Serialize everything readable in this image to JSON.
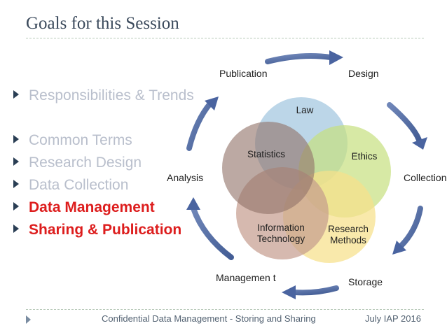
{
  "slide": {
    "title": "Goals for this Session"
  },
  "bullets": [
    {
      "text": "Responsibilities & Trends",
      "highlight": false
    },
    {
      "text": "",
      "highlight": false
    },
    {
      "text": "Common Terms",
      "highlight": false
    },
    {
      "text": "Research Design",
      "highlight": false
    },
    {
      "text": "Data Collection",
      "highlight": false
    },
    {
      "text": "Data Management",
      "highlight": true
    },
    {
      "text": "Sharing & Publication",
      "highlight": true
    }
  ],
  "cycle": {
    "publication": "Publication",
    "design": "Design",
    "collection": "Collection",
    "storage": "Storage",
    "management": "Managemen t",
    "analysis": "Analysis"
  },
  "venn": {
    "law": "Law",
    "ethics": "Ethics",
    "statistics": "Statistics",
    "information_technology": "Information Technology",
    "research_methods": "Research Methods"
  },
  "colors": {
    "accent_red": "#dd1d1d",
    "arrow_blue": "#4f6ba3",
    "law": "#a9cbe2",
    "ethics": "#c6e07f",
    "research": "#f7e08a",
    "it": "#c59b8d",
    "statistics": "#93756a"
  },
  "footer": {
    "center": "Confidential Data Management - Storing and Sharing",
    "right": "July IAP 2016"
  }
}
